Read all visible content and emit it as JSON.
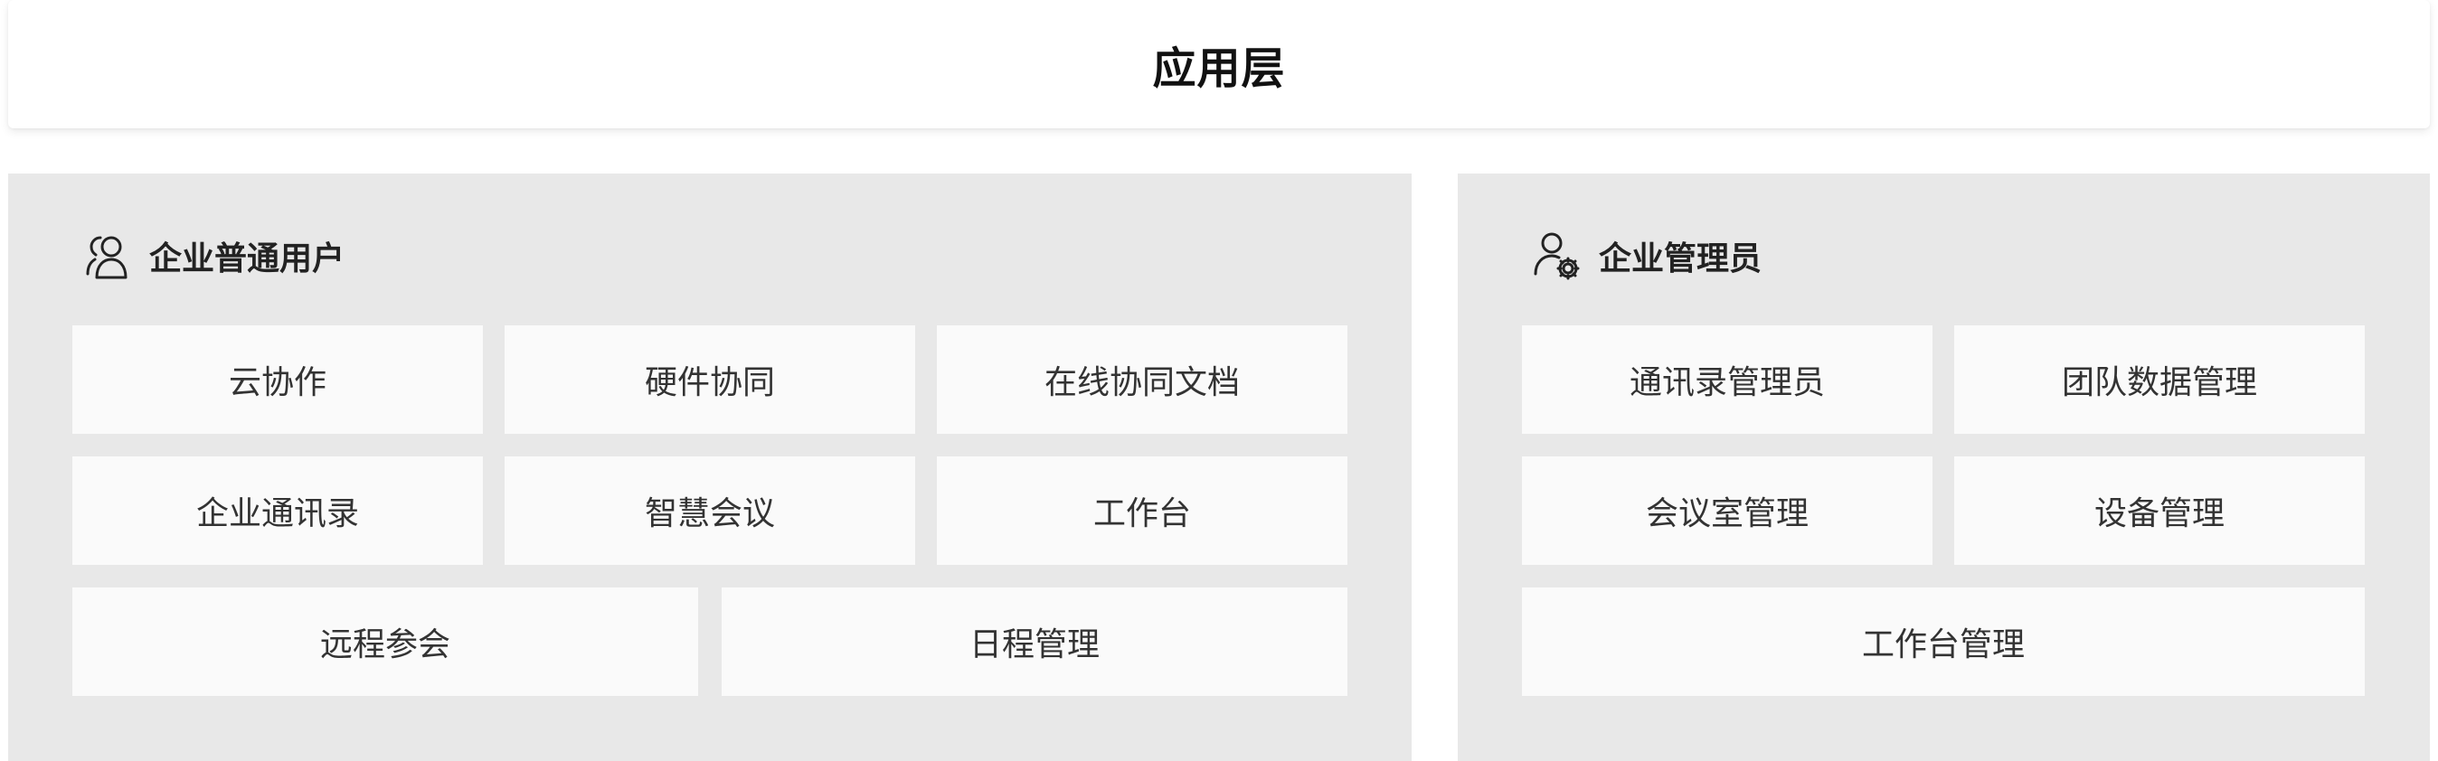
{
  "header": {
    "title": "应用层"
  },
  "panels": {
    "left": {
      "label": "企业普通用户",
      "icon": "users-icon",
      "tiles": [
        "云协作",
        "硬件协同",
        "在线协同文档",
        "企业通讯录",
        "智慧会议",
        "工作台",
        "远程参会",
        "日程管理"
      ]
    },
    "right": {
      "label": "企业管理员",
      "icon": "user-gear-icon",
      "tiles": [
        "通讯录管理员",
        "团队数据管理",
        "会议室管理",
        "设备管理",
        "工作台管理"
      ]
    }
  },
  "colors": {
    "panel_bg": "#e8e8e8",
    "tile_bg": "#fafafa",
    "text": "#333333"
  }
}
